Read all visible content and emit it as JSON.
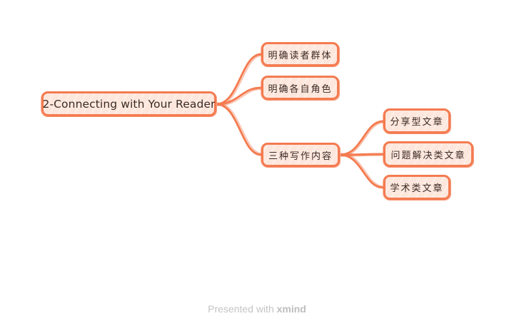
{
  "mindmap": {
    "root": {
      "label": "2-Connecting with Your Reader"
    },
    "branches": [
      {
        "label": "明确读者群体",
        "children": []
      },
      {
        "label": "明确各自角色",
        "children": []
      },
      {
        "label": "三种写作内容",
        "children": [
          {
            "label": "分享型文章"
          },
          {
            "label": "问题解决类文章"
          },
          {
            "label": "学术类文章"
          }
        ]
      }
    ],
    "colors": {
      "stroke": "#F47B50",
      "fill": "#FDE7DD",
      "text": "#3C2A22"
    }
  },
  "footer": {
    "prefix": "Presented with ",
    "brand": "xmind"
  }
}
